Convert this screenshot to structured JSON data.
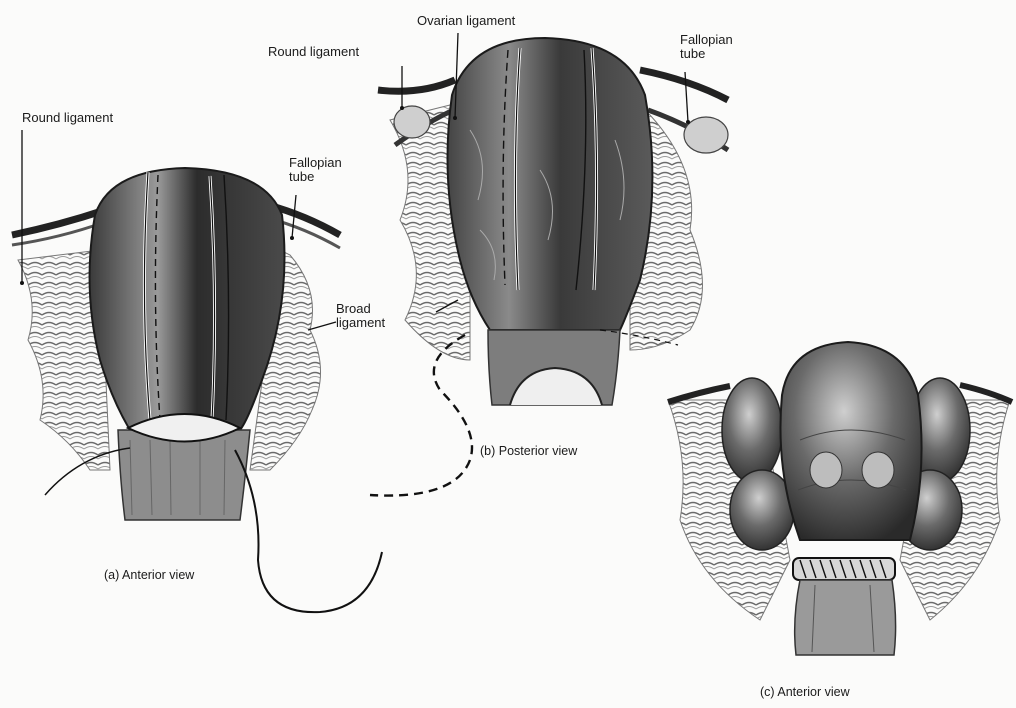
{
  "figure": {
    "panel_a": {
      "caption": "(a)  Anterior view",
      "labels": {
        "round_ligament": "Round ligament",
        "fallopian_tube": "Fallopian tube",
        "broad_ligament": "Broad ligament"
      }
    },
    "panel_b": {
      "caption": "(b)  Posterior view",
      "labels": {
        "ovarian_ligament": "Ovarian ligament",
        "round_ligament": "Round ligament",
        "fallopian_tube": "Fallopian tube"
      }
    },
    "panel_c": {
      "caption": "(c)  Anterior view"
    }
  },
  "colors": {
    "ink": "#1b1b1b",
    "tissue_dark": "#2a2a2a",
    "tissue_mid": "#6d6d6d",
    "tissue_light": "#d9d9d9",
    "paper": "#fbfbfa"
  }
}
